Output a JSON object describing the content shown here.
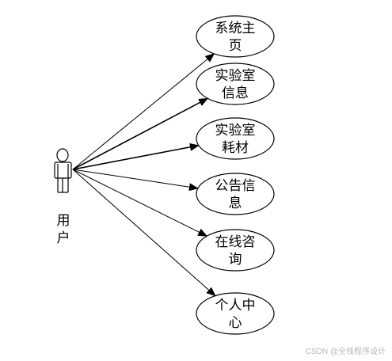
{
  "actor": {
    "label": "用户"
  },
  "use_cases": [
    {
      "id": "home",
      "lines": [
        "系统主",
        "页"
      ]
    },
    {
      "id": "lab-info",
      "lines": [
        "实验室",
        "信息"
      ]
    },
    {
      "id": "lab-consumables",
      "lines": [
        "实验室",
        "耗材"
      ]
    },
    {
      "id": "announcement",
      "lines": [
        "公告信",
        "息"
      ]
    },
    {
      "id": "online-consult",
      "lines": [
        "在线咨",
        "询"
      ]
    },
    {
      "id": "personal-center",
      "lines": [
        "个人中",
        "心"
      ]
    }
  ],
  "watermark": "CSDN @全栈程序设计",
  "colors": {
    "stroke": "#000000",
    "background": "#ffffff",
    "watermark": "#b8b8b8"
  }
}
